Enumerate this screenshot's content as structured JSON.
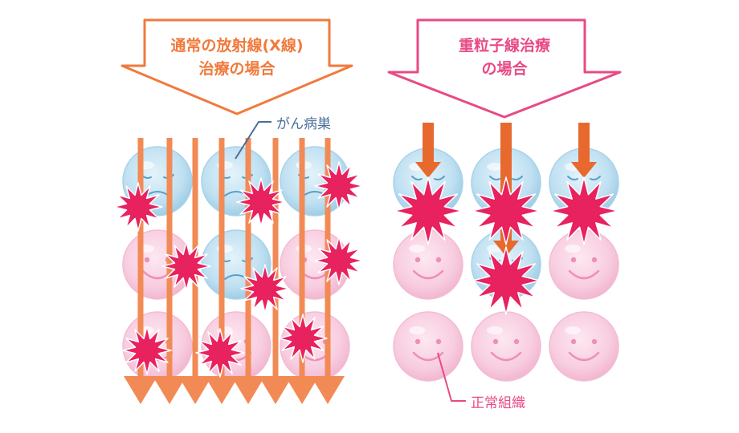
{
  "left_panel": {
    "title_line1": "通常の放射線(X線)",
    "title_line2": "治療の場合",
    "tumor_label": "がん病巣"
  },
  "right_panel": {
    "title_line1": "重粒子線治療",
    "title_line2": "の場合",
    "normal_label": "正常組織"
  },
  "colors": {
    "xray_accent": "#f07a3c",
    "heavy_accent": "#e84a86",
    "ray": "#f28a55",
    "beam": "#e8692e",
    "burst": "#e8215f",
    "tumor_cell": "#b7dcef",
    "normal_cell": "#f7c6dc",
    "label_text": "#4a6e9a"
  }
}
